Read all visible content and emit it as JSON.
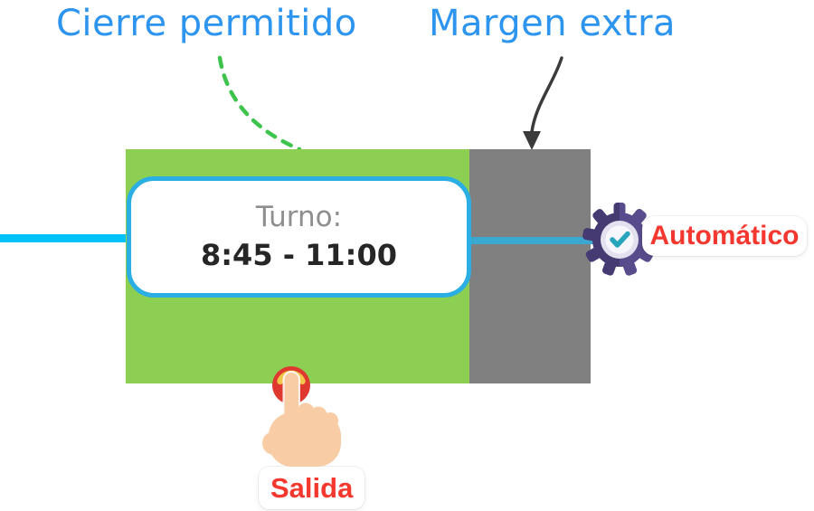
{
  "diagram": {
    "title_left": "Cierre permitido",
    "title_right": "Margen extra",
    "shift_card": {
      "label": "Turno:",
      "time": "8:45 - 11:00"
    },
    "auto_badge": {
      "label": "Automático"
    },
    "exit_badge": {
      "label": "Salida"
    },
    "icons": {
      "gear": "gear-check-icon",
      "hand": "tap-hand-icon",
      "dashed_pointer": "green-dashed-curve",
      "arrow_pointer": "black-curved-arrow"
    },
    "colors": {
      "heading_blue": "#2D95F0",
      "allowed_green": "#8DCF52",
      "margin_gray": "#808080",
      "timeline_cyan": "#00C1F8",
      "timeline_muted": "#3BA8CF",
      "card_border": "#2BAEE4",
      "accent_red": "#F4382F",
      "dash_green": "#3EC44D",
      "arrow_dark": "#3B3B3B",
      "gear_purple_dark": "#453A72",
      "gear_purple_light": "#584C8C",
      "gear_ring": "#E3E0F0",
      "gear_center": "#F7F6FC",
      "check_teal": "#28A5BD",
      "hand_peach": "#F8CDA6",
      "touch_red": "#DF392F",
      "touch_gold": "#F2C64B"
    }
  }
}
